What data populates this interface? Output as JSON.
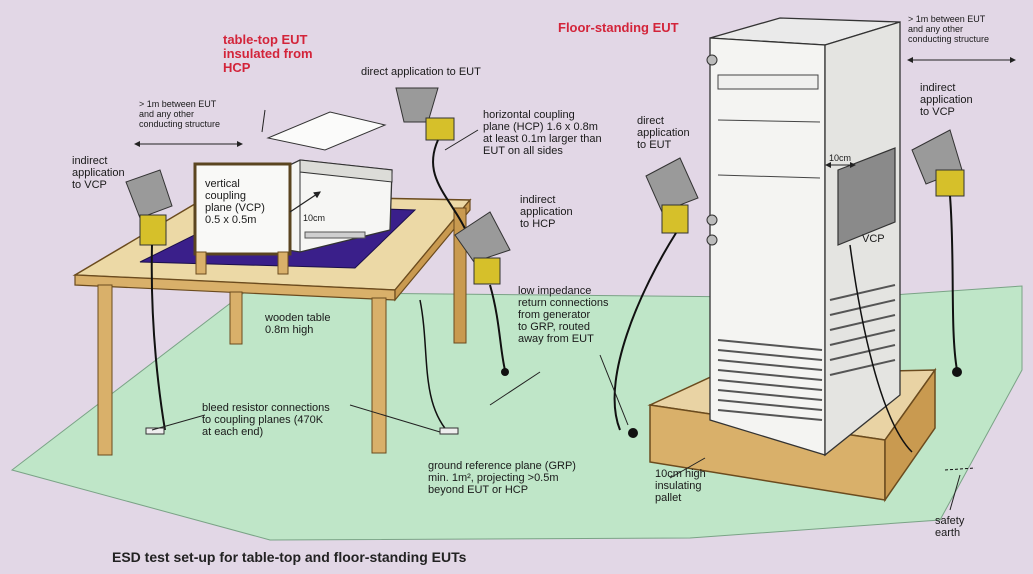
{
  "labels": {
    "table_top_eut": "table-top EUT\ninsulated from\nHCP",
    "floor_standing_eut": "Floor-standing EUT",
    "direct_app_table": "direct application to EUT",
    "dist_left": "> 1m between EUT\nand any other\nconducting structure",
    "hcp": "horizontal coupling\nplane (HCP) 1.6 x 0.8m\nat least 0.1m larger than\nEUT on all sides",
    "indirect_vcp_left": "indirect\napplication\nto VCP",
    "vcp_box": "vertical\ncoupling\nplane (VCP)\n0.5 x 0.5m",
    "ten_cm_table": "10cm",
    "indirect_hcp": "indirect\napplication\nto HCP",
    "wooden_table": "wooden table\n0.8m high",
    "low_impedance": "low impedance\nreturn connections\nfrom generator\nto GRP, routed\naway from EUT",
    "bleed": "bleed resistor connections\nto coupling planes (470K\nat each end)",
    "grp": "ground reference plane (GRP)\nmin. 1m², projecting >0.5m\nbeyond EUT or HCP",
    "direct_app_floor": "direct\napplication\nto EUT",
    "ten_cm_floor": "10cm",
    "dist_right": "> 1m between EUT\nand any other\nconducting structure",
    "indirect_vcp_right": "indirect\napplication\nto VCP",
    "vcp_floor": "VCP",
    "pallet": "10cm high\ninsulating\npallet",
    "safety_earth": "safety\nearth"
  },
  "caption": "ESD test set-up for table-top and floor-standing EUTs",
  "colors": {
    "background": "#e2d7e6",
    "grp_plane": "#bfe6c8",
    "hcp_plane": "#3a1f8a",
    "wood": "#d9b06a",
    "eut_body": "#f3f3f1",
    "vcp_plate": "#8a8a8a",
    "accent_red": "#d3243a"
  }
}
